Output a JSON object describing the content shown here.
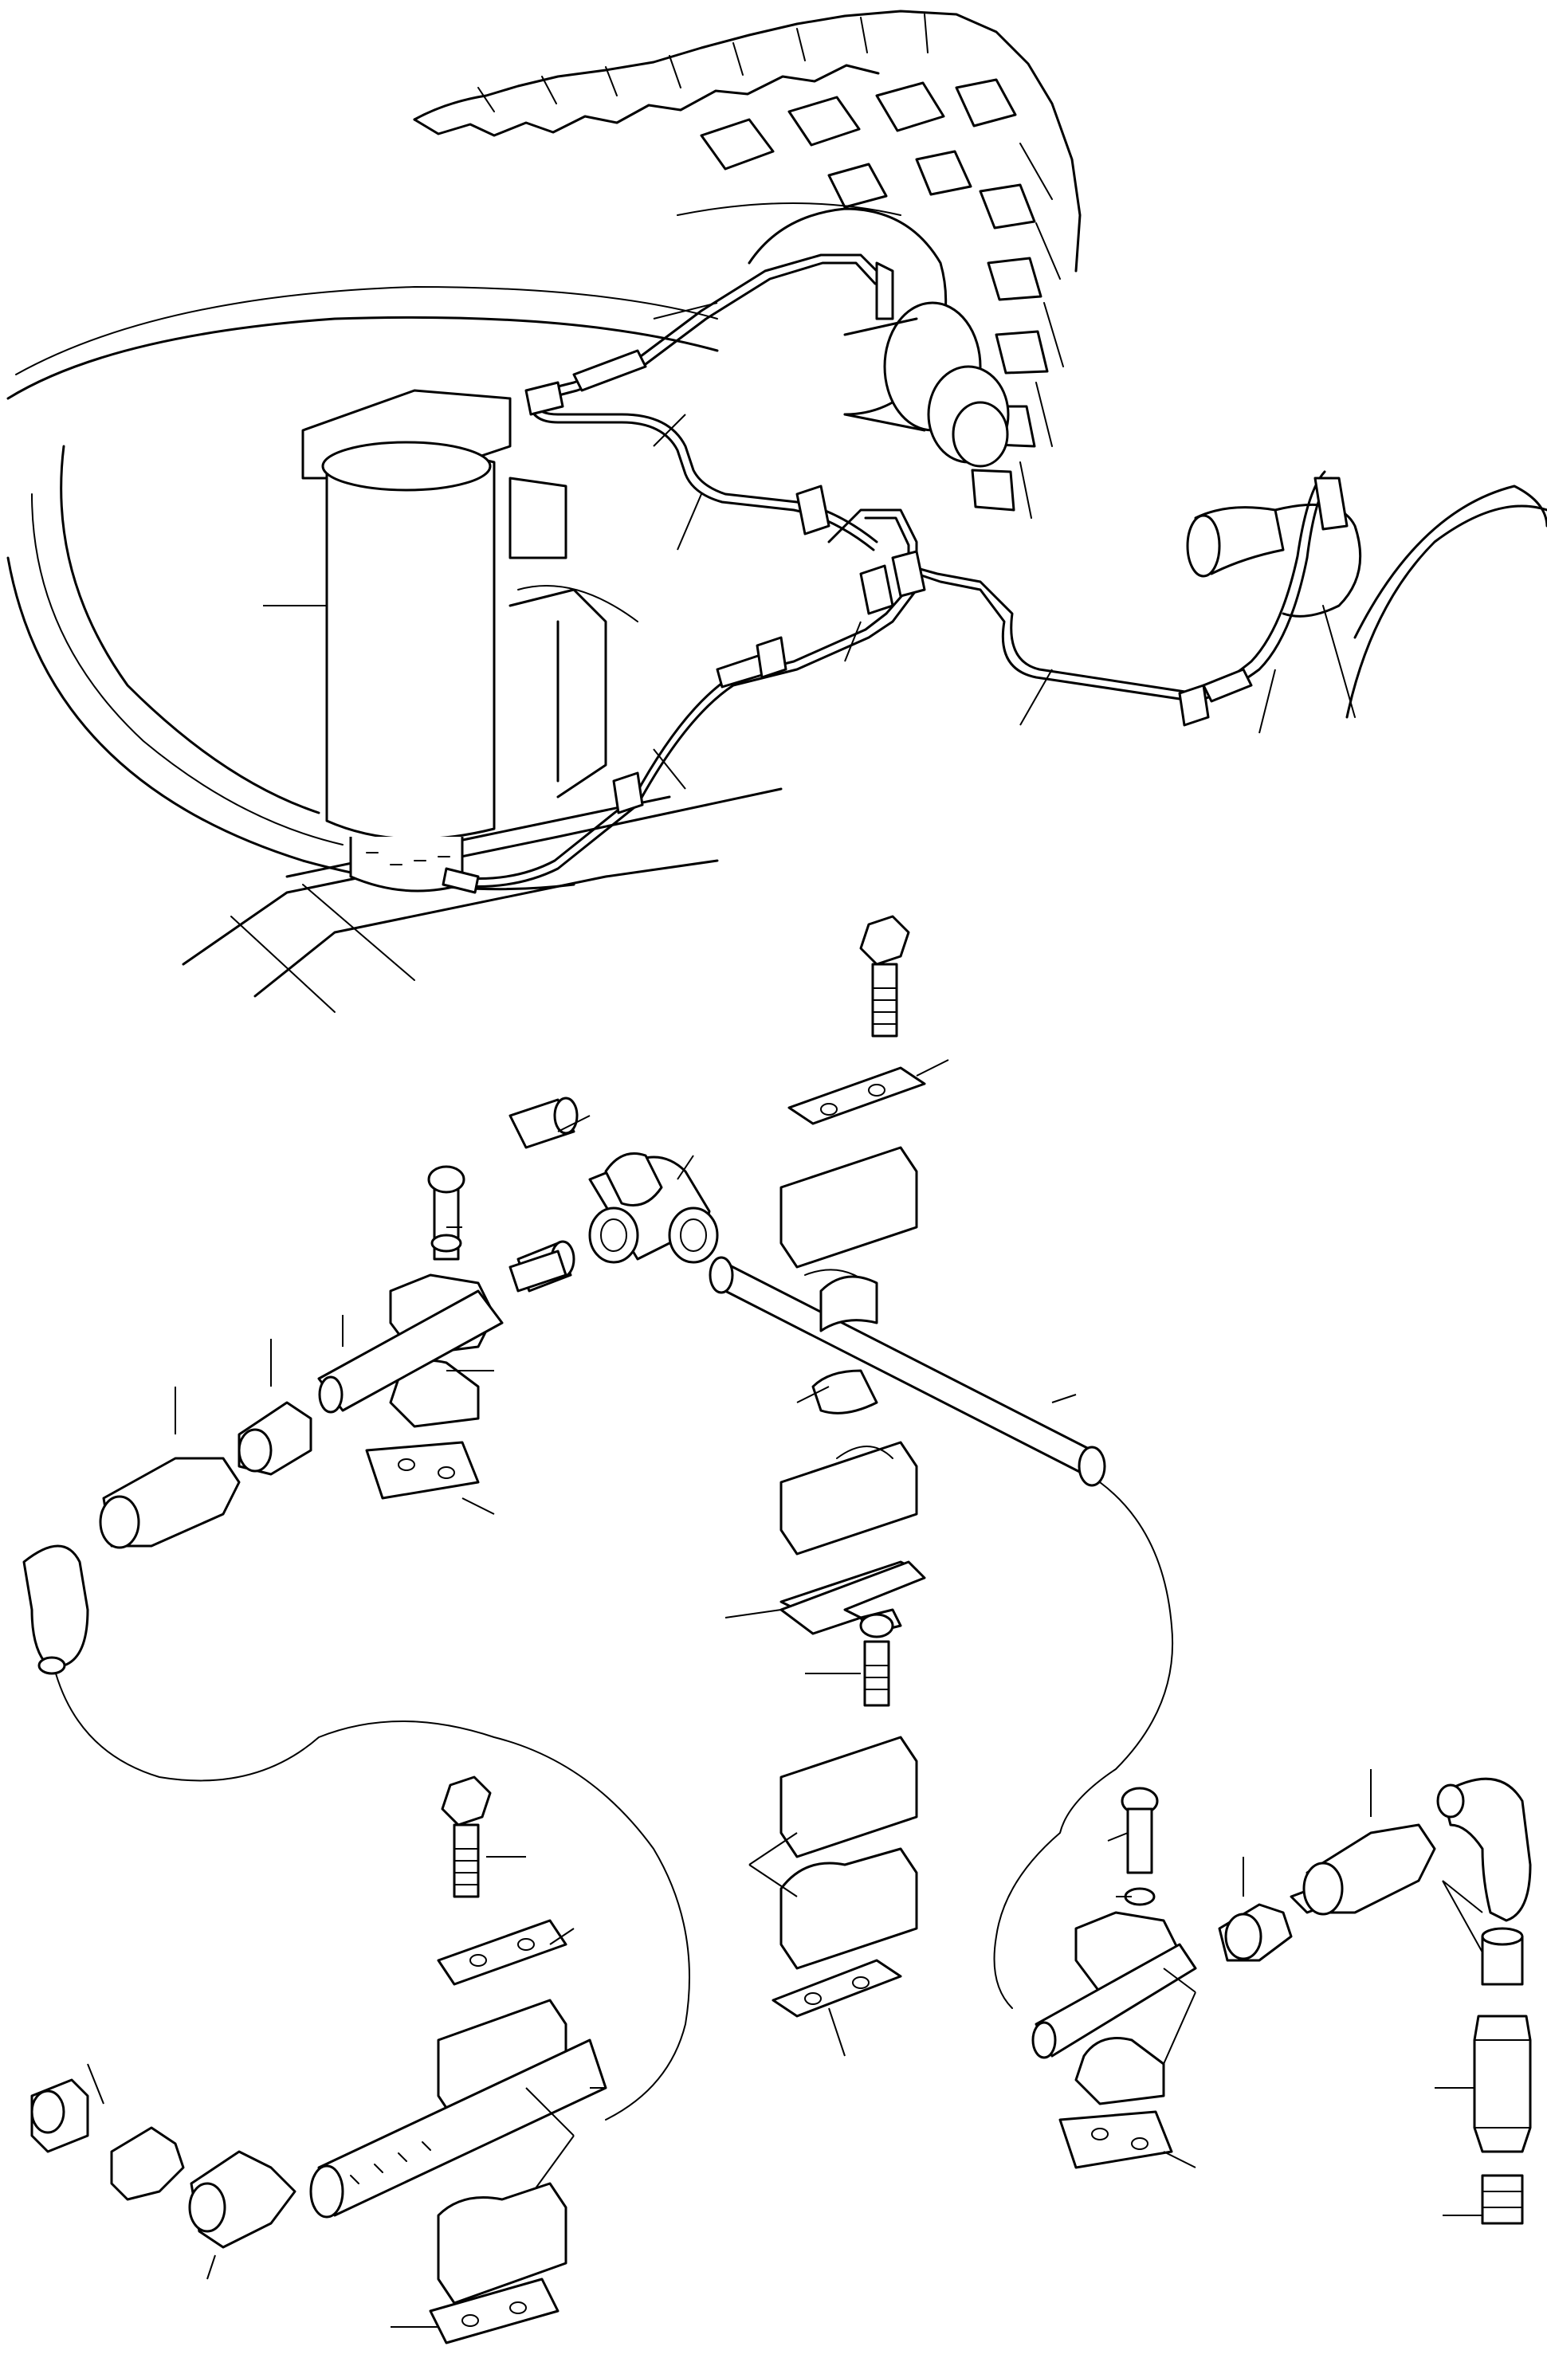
{
  "figure": {
    "kind": "exploded parts diagram",
    "line_color": "#000000",
    "background": "#ffffff",
    "printed_text": []
  },
  "assembly_view": {
    "components": [
      "tyre-tread",
      "axle-hub-left",
      "axle-hub-right",
      "cylindrical-reservoir",
      "chassis-frame",
      "brake-pipe-run",
      "pipe-clips"
    ]
  },
  "exploded_view": {
    "groups": [
      {
        "name": "tee-connector-group",
        "parts": [
          "pipe-stub",
          "tee-piece",
          "pipe-stub"
        ]
      },
      {
        "name": "left-clamp-group",
        "parts": [
          "cap-screw",
          "washer",
          "clamp-half-upper",
          "clamp-half-lower",
          "clamp-plate",
          "pipe",
          "union-nut",
          "hose-end",
          "hose"
        ]
      },
      {
        "name": "center-clamp-group",
        "parts": [
          "hex-bolt",
          "top-plate",
          "clamp-block-upper",
          "clamp-insert",
          "clamp-block-lower",
          "slotted-plate",
          "cap-screw",
          "clamp-block-pair",
          "base-plate"
        ]
      },
      {
        "name": "right-clamp-group",
        "parts": [
          "cap-screw",
          "washer",
          "clamp-half-upper",
          "clamp-half-lower",
          "clamp-plate",
          "union-nut",
          "hose-end",
          "hose",
          "sleeve",
          "fitting",
          "adapter"
        ]
      },
      {
        "name": "lower-left-clamp-group",
        "parts": [
          "hex-bolt",
          "plate",
          "clamp-block-upper",
          "clamp-block-lower",
          "base-plate",
          "hose",
          "hose-end",
          "adapter"
        ]
      }
    ]
  }
}
